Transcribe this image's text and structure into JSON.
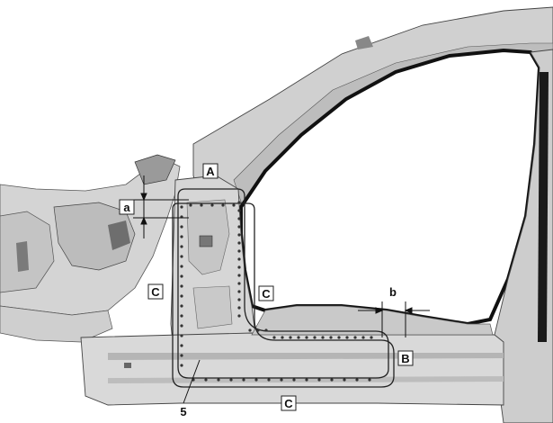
{
  "callouts": {
    "A": "A",
    "B": "B",
    "C_left": "C",
    "C_inner": "C",
    "C_bottom": "C",
    "a": "a",
    "b": "b",
    "part_5": "5"
  }
}
